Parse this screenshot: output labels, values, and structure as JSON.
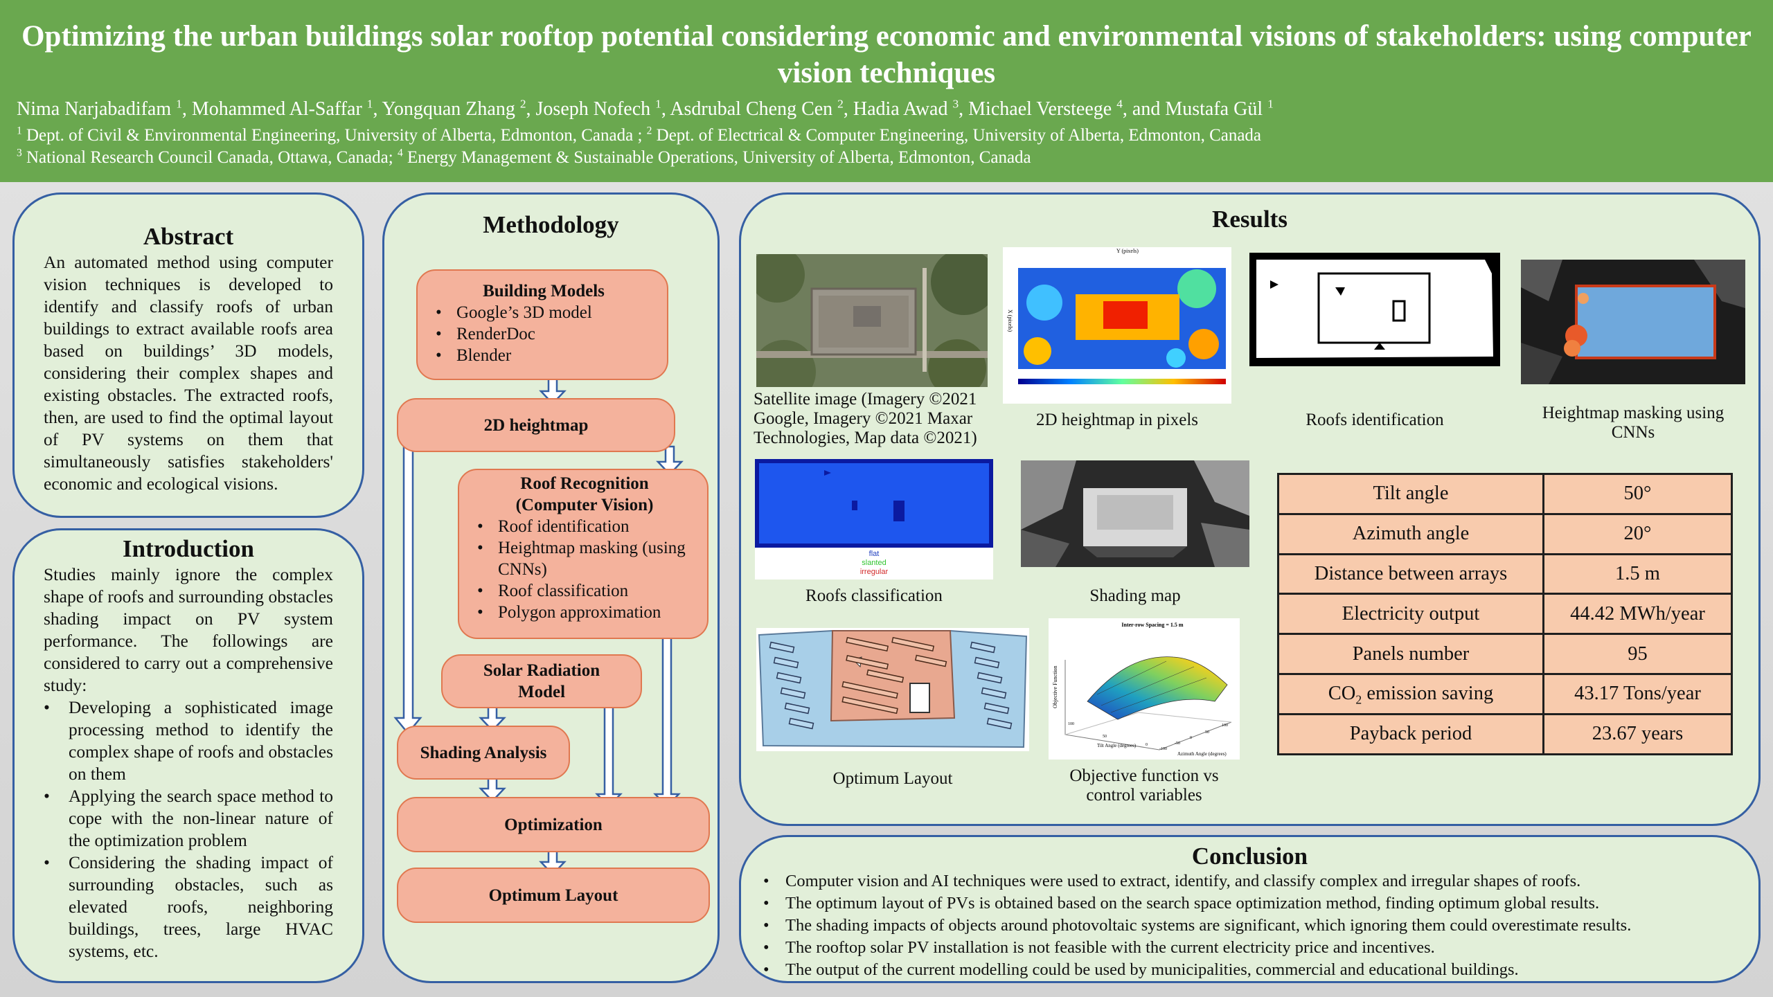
{
  "header": {
    "title": "Optimizing the urban buildings solar rooftop potential considering economic and environmental visions of stakeholders: using computer vision techniques",
    "authors": [
      {
        "name": "Nima Narjabadifam",
        "sup": "1",
        "sep": ", "
      },
      {
        "name": "Mohammed Al-Saffar",
        "sup": "1",
        "sep": ", "
      },
      {
        "name": "Yongquan Zhang",
        "sup": "2",
        "sep": ", "
      },
      {
        "name": "Joseph Nofech",
        "sup": "1",
        "sep": ", "
      },
      {
        "name": "Asdrubal Cheng Cen",
        "sup": "2",
        "sep": ", "
      },
      {
        "name": "Hadia Awad",
        "sup": "3",
        "sep": ", "
      },
      {
        "name": "Michael Versteege",
        "sup": "4",
        "sep": ", and "
      },
      {
        "name": "Mustafa Gül",
        "sup": "1",
        "sep": ""
      }
    ],
    "affil_line1": [
      {
        "sup": "1",
        "text": " Dept. of Civil & Environmental Engineering, University of Alberta, Edmonton, Canada ; "
      },
      {
        "sup": "2",
        "text": " Dept. of Electrical & Computer Engineering, University of Alberta, Edmonton, Canada"
      }
    ],
    "affil_line2": [
      {
        "sup": "3",
        "text": " National Research Council Canada, Ottawa, Canada; "
      },
      {
        "sup": "4",
        "text": " Energy Management & Sustainable Operations, University of Alberta, Edmonton, Canada"
      }
    ]
  },
  "abstract": {
    "title": "Abstract",
    "text": "An automated method using computer vision techniques is developed to identify and classify roofs of urban buildings to extract available roofs area based on buildings’ 3D models, considering their complex shapes and existing obstacles. The extracted roofs, then, are used to find the optimal layout of PV systems on them that simultaneously satisfies stakeholders' economic and ecological visions."
  },
  "introduction": {
    "title": "Introduction",
    "text": "Studies mainly ignore the complex shape of roofs and surrounding obstacles shading impact on PV system performance. The followings are considered to carry out a comprehensive study:",
    "bullets": [
      "Developing a sophisticated image processing method to identify the complex shape of roofs and obstacles on them",
      "Applying the search space method to cope with the non-linear nature of the optimization problem",
      "Considering the shading impact of surrounding obstacles, such as elevated roofs, neighboring buildings, trees, large HVAC systems, etc."
    ]
  },
  "methodology": {
    "title": "Methodology",
    "building_models": {
      "head": "Building Models",
      "items": [
        "Google’s 3D model",
        "RenderDoc",
        "Blender"
      ]
    },
    "heightmap": "2D heightmap",
    "roof_recognition": {
      "head": "Roof Recognition (Computer Vision)",
      "items": [
        "Roof identification",
        "Heightmap masking (using CNNs)",
        "Roof classification",
        "Polygon approximation"
      ]
    },
    "solar_radiation": "Solar Radiation Model",
    "shading": "Shading Analysis",
    "optimization": "Optimization",
    "optimum_layout": "Optimum Layout"
  },
  "results": {
    "title": "Results",
    "captions": {
      "satellite": "Satellite image (Imagery ©2021 Google, Imagery ©2021  Maxar Technologies, Map data ©2021)",
      "heightmap": "2D heightmap in pixels",
      "roofs_id": "Roofs identification",
      "masking": "Heightmap masking using CNNs",
      "roofs_class": "Roofs classification",
      "shading_map": "Shading map",
      "optimum_layout": "Optimum Layout",
      "objective": "Objective function vs control variables"
    },
    "heightmap_axis_label": "Y (pixels)",
    "heightmap_y_label": "X (pixels)",
    "class_legend": [
      {
        "label": "flat",
        "color": "#1f3fbf"
      },
      {
        "label": "slanted",
        "color": "#2fc42f"
      },
      {
        "label": "irregular",
        "color": "#d22a2a"
      }
    ],
    "plot3d": {
      "title": "Inter-row Spacing = 1.5 m",
      "zlabel": "Objective Function",
      "xlabel": "Tilt Angle (degrees)",
      "ylabel": "Azimuth Angle (degrees)",
      "ticks_a": [
        "100",
        "50",
        "0"
      ],
      "ticks_b": [
        "100",
        "50",
        "0",
        "-50",
        "-100"
      ]
    },
    "table": [
      {
        "label": "Tilt angle",
        "value": "50°"
      },
      {
        "label": "Azimuth angle",
        "value": "20°"
      },
      {
        "label": "Distance between arrays",
        "value": "1.5 m"
      },
      {
        "label": "Electricity output",
        "value": "44.42 MWh/year"
      },
      {
        "label": "Panels number",
        "value": "95"
      },
      {
        "label_pre": "CO",
        "label_sub": "2",
        "label_post": " emission saving",
        "value": "43.17 Tons/year"
      },
      {
        "label": "Payback period",
        "value": "23.67 years"
      }
    ]
  },
  "conclusion": {
    "title": "Conclusion",
    "bullets": [
      "Computer vision and AI techniques were used to extract, identify, and classify complex and irregular shapes of roofs.",
      "The optimum layout of PVs is obtained based on the search space optimization method, finding optimum global results.",
      "The shading impacts of objects around photovoltaic systems are significant, which ignoring them could overestimate results.",
      "The rooftop solar PV installation is not feasible with the current electricity price and incentives.",
      "The output of the current modelling could be used by municipalities, commercial and educational buildings."
    ]
  },
  "colors": {
    "header_green": "#6aa84f",
    "panel_fill": "#e2efd9",
    "panel_border": "#355fa3",
    "box_fill": "#f4b29c",
    "table_fill": "#f8cbad"
  }
}
